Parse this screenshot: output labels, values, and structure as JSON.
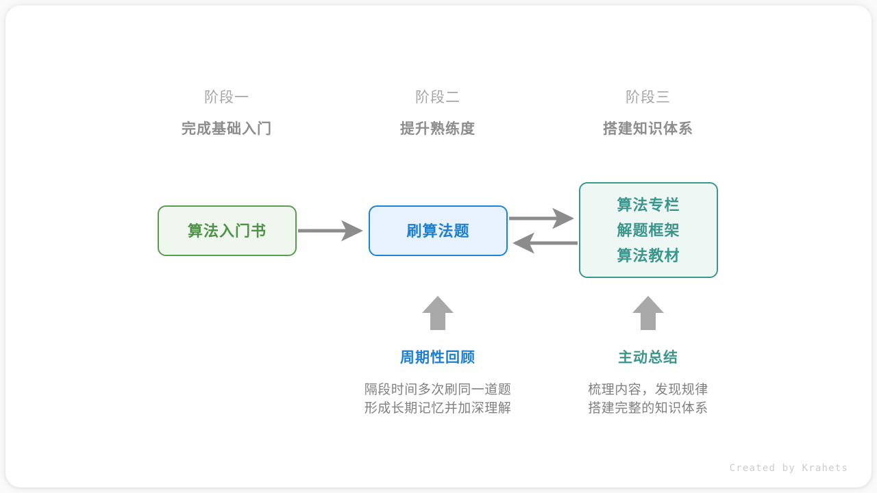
{
  "canvas": {
    "background": "#fafafa",
    "card_background": "#ffffff"
  },
  "colors": {
    "green": "#4e9247",
    "green_border": "#5b9b52",
    "green_fill": "#f0f7ee",
    "blue": "#1d7fd0",
    "blue_border": "#1a84d6",
    "blue_fill": "#e7f2fc",
    "teal": "#3a968b",
    "teal_border": "#3b968c",
    "teal_fill": "#eff7f4",
    "arrow_gray": "#8c8c8c",
    "text_gray": "#808080",
    "heading_gray": "#8c8c8c",
    "kicker_gray": "#a6a6a6",
    "credit_gray": "#cccccc"
  },
  "stages": [
    {
      "kicker": "阶段一",
      "title": "完成基础入门"
    },
    {
      "kicker": "阶段二",
      "title": "提升熟练度"
    },
    {
      "kicker": "阶段三",
      "title": "搭建知识体系"
    }
  ],
  "nodes": [
    {
      "id": "book",
      "lines": [
        "算法入门书"
      ]
    },
    {
      "id": "practice",
      "lines": [
        "刷算法题"
      ]
    },
    {
      "id": "resources",
      "lines": [
        "算法专栏",
        "解题框架",
        "算法教材"
      ]
    }
  ],
  "connectors": [
    {
      "id": "book-to-practice",
      "from": "book",
      "to": "practice",
      "direction": "right"
    },
    {
      "id": "practice-to-resources",
      "from": "practice",
      "to": "resources",
      "direction": "right"
    },
    {
      "id": "resources-to-practice",
      "from": "resources",
      "to": "practice",
      "direction": "left"
    },
    {
      "id": "review-up-arrow",
      "from": "review-note",
      "to": "practice",
      "direction": "up"
    },
    {
      "id": "summary-up-arrow",
      "from": "summary-note",
      "to": "resources",
      "direction": "up"
    }
  ],
  "notes": [
    {
      "id": "review",
      "title": "周期性回顾",
      "accent": "blue",
      "body": [
        "隔段时间多次刷同一道题",
        "形成长期记忆并加深理解"
      ]
    },
    {
      "id": "summary",
      "title": "主动总结",
      "accent": "teal",
      "body": [
        "梳理内容，发现规律",
        "搭建完整的知识体系"
      ]
    }
  ],
  "credit": "Created by Krahets"
}
